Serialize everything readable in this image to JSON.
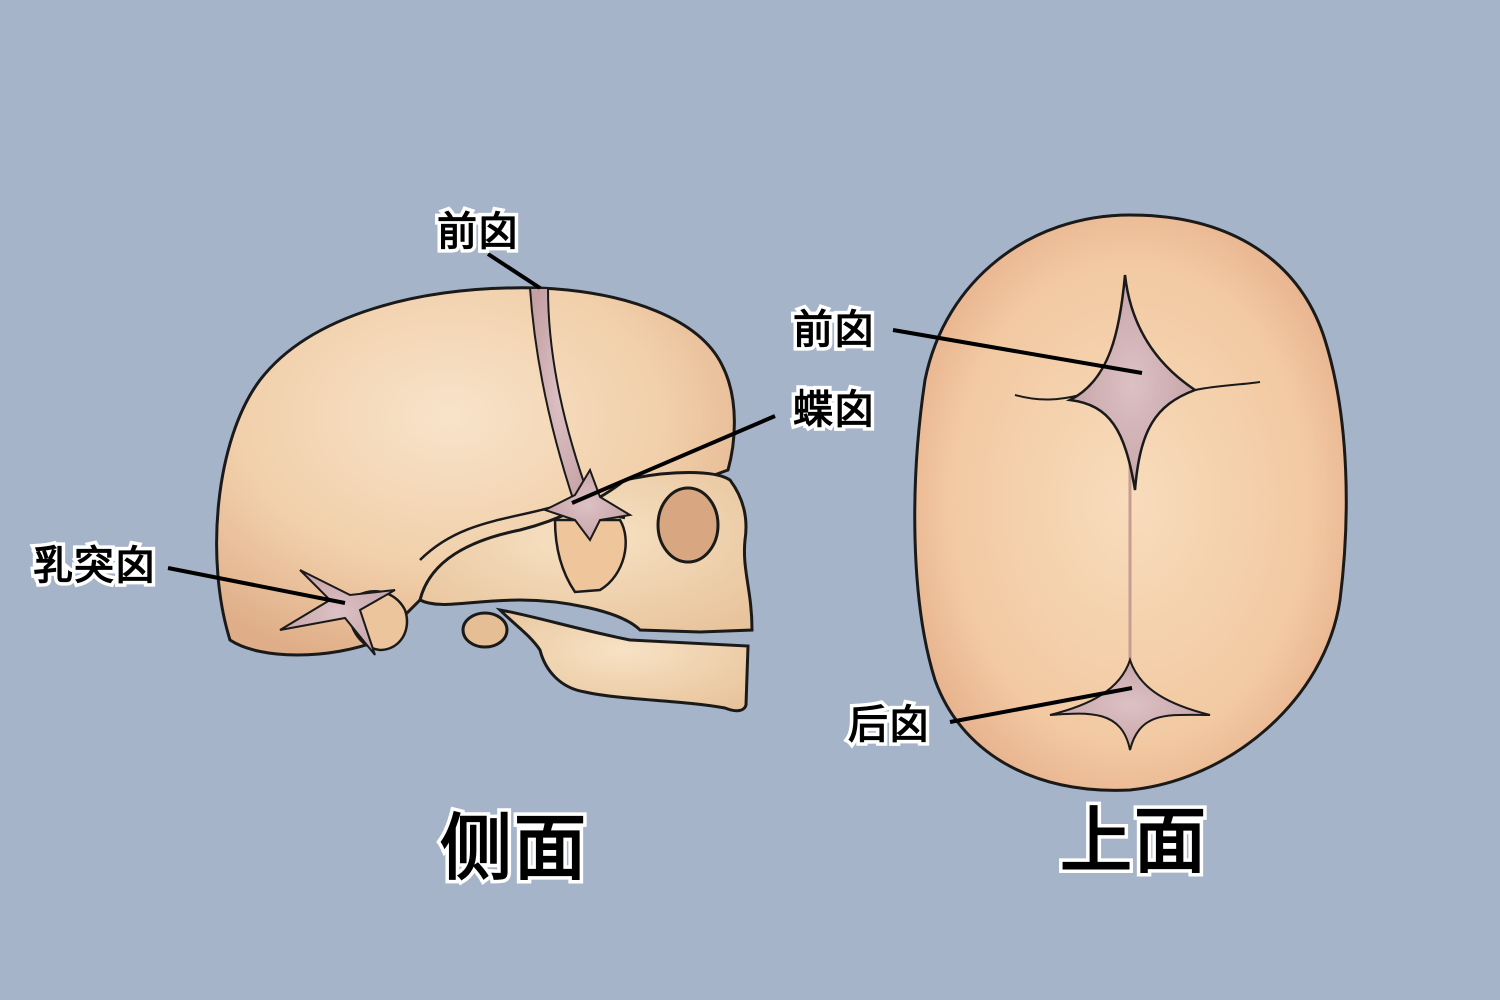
{
  "background_color": "#a5b4c8",
  "colors": {
    "bone_light": "#f6dcbd",
    "bone_mid": "#efc9a0",
    "bone_shadow": "#d9a882",
    "fontanelle": "#c9a6a8",
    "outline": "#1a1a1a",
    "label_text": "#000000",
    "label_outline": "#ffffff"
  },
  "side_view": {
    "caption": "侧面",
    "labels": {
      "anterior_fontanelle": "前囟",
      "sphenoid_fontanelle": "蝶囟",
      "mastoid_fontanelle": "乳突囟"
    }
  },
  "top_view": {
    "caption": "上面",
    "labels": {
      "anterior_fontanelle": "前囟",
      "posterior_fontanelle": "后囟"
    }
  }
}
